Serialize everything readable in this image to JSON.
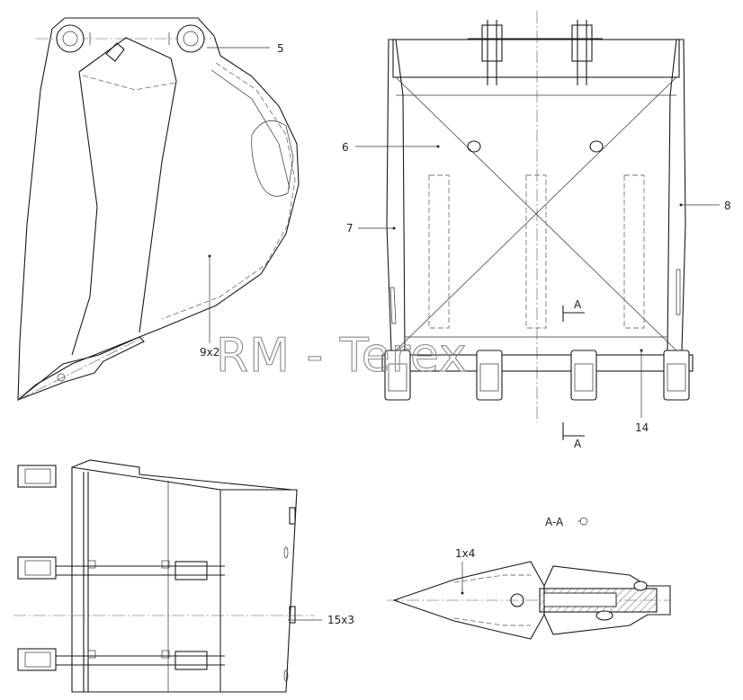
{
  "watermark": "RM - Terex",
  "section_title": "A-A",
  "callouts": {
    "c5": "5",
    "c6": "6",
    "c7": "7",
    "c8": "8",
    "c9": "9x2",
    "c14": "14",
    "c15": "15x3",
    "c1": "1x4"
  },
  "section_marks": {
    "top": "A",
    "bottom": "A"
  }
}
